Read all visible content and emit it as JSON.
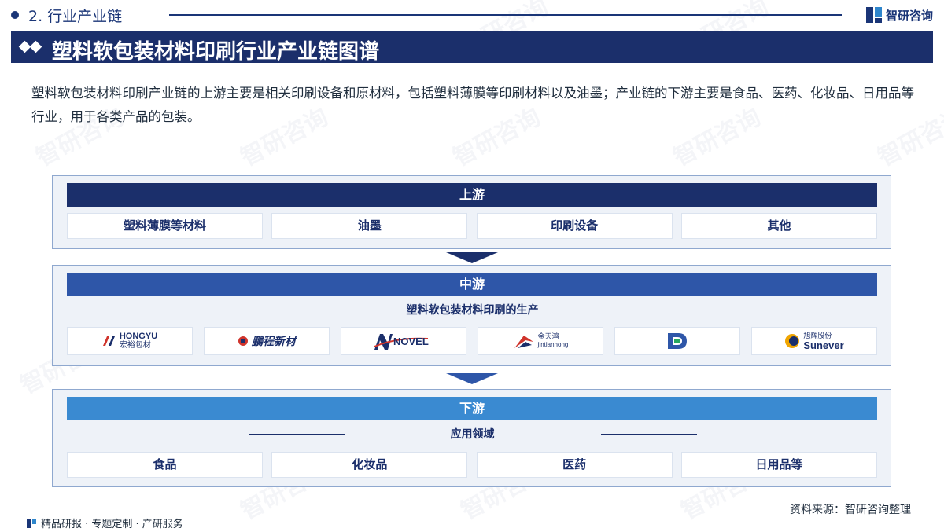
{
  "header": {
    "section": "2. 行业产业链",
    "brand": "智研咨询"
  },
  "title": "塑料软包装材料印刷行业产业链图谱",
  "description": "塑料软包装材料印刷产业链的上游主要是相关印刷设备和原材料，包括塑料薄膜等印刷材料以及油墨；产业链的下游主要是食品、医药、化妆品、日用品等行业，用于各类产品的包装。",
  "watermark": "智研咨询",
  "upstream": {
    "label": "上游",
    "items": [
      "塑料薄膜等材料",
      "油墨",
      "印刷设备",
      "其他"
    ]
  },
  "midstream": {
    "label": "中游",
    "sublabel": "塑料软包装材料印刷的生产",
    "logos": [
      {
        "name": "hongyu-logo",
        "text_top": "HONGYU",
        "text_bottom": "宏裕包材",
        "color": "#1b2f6b"
      },
      {
        "name": "pengcheng-logo",
        "text": "鵬程新材",
        "color": "#1b2f6b"
      },
      {
        "name": "novel-logo",
        "text": "NOVEL",
        "color": "#1b2f6b"
      },
      {
        "name": "jintianhong-logo",
        "text_top": "金天鸿",
        "text_bottom": "jintianhong",
        "color": "#c0392b"
      },
      {
        "name": "d-logo",
        "text": "D",
        "color": "#2e56a8"
      },
      {
        "name": "sunever-logo",
        "text_top": "旭辉股份",
        "text_bottom": "Sunever",
        "color": "#1b2f6b"
      }
    ]
  },
  "downstream": {
    "label": "下游",
    "sublabel": "应用领域",
    "items": [
      "食品",
      "化妆品",
      "医药",
      "日用品等"
    ]
  },
  "source": "资料来源：智研咨询整理",
  "footer": "精品研报 · 专题定制 · 产研服务",
  "colors": {
    "navy": "#1b2f6b",
    "mid_blue": "#2e56a8",
    "light_blue": "#3a8ad1",
    "panel_bg": "#eef2f8"
  }
}
